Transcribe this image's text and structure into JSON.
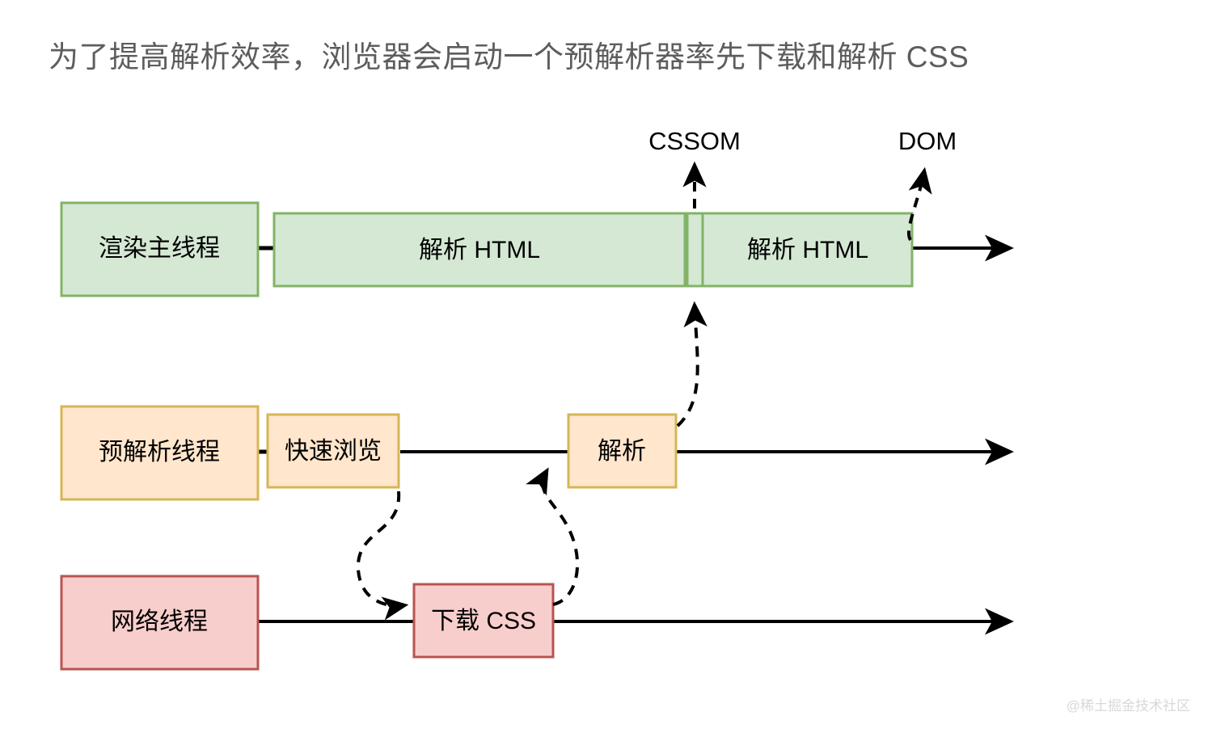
{
  "title": "为了提高解析效率，浏览器会启动一个预解析器率先下载和解析 CSS",
  "watermark": "@稀土掘金技术社区",
  "colors": {
    "green_fill": "#d5e8d4",
    "green_stroke": "#82b366",
    "orange_fill": "#ffe6cc",
    "orange_stroke": "#d6b656",
    "red_fill": "#f8cecc",
    "red_stroke": "#b85450",
    "line": "#000000",
    "title_text": "#5d5d5d",
    "watermark_text": "#d8d8d8"
  },
  "output_labels": [
    {
      "name": "cssom",
      "text": "CSSOM"
    },
    {
      "name": "dom",
      "text": "DOM"
    }
  ],
  "lanes": [
    {
      "name": "render-main-thread",
      "thread_label": "渲染主线程",
      "color": "green",
      "tasks": [
        {
          "name": "parse-html-first",
          "label": "解析 HTML"
        },
        {
          "name": "parse-html-gap",
          "label": ""
        },
        {
          "name": "parse-html-second",
          "label": "解析 HTML"
        }
      ]
    },
    {
      "name": "pre-parse-thread",
      "thread_label": "预解析线程",
      "color": "orange",
      "tasks": [
        {
          "name": "quick-scan",
          "label": "快速浏览"
        },
        {
          "name": "parse-css",
          "label": "解析"
        }
      ]
    },
    {
      "name": "network-thread",
      "thread_label": "网络线程",
      "color": "red",
      "tasks": [
        {
          "name": "download-css",
          "label": "下载 CSS"
        }
      ]
    }
  ]
}
